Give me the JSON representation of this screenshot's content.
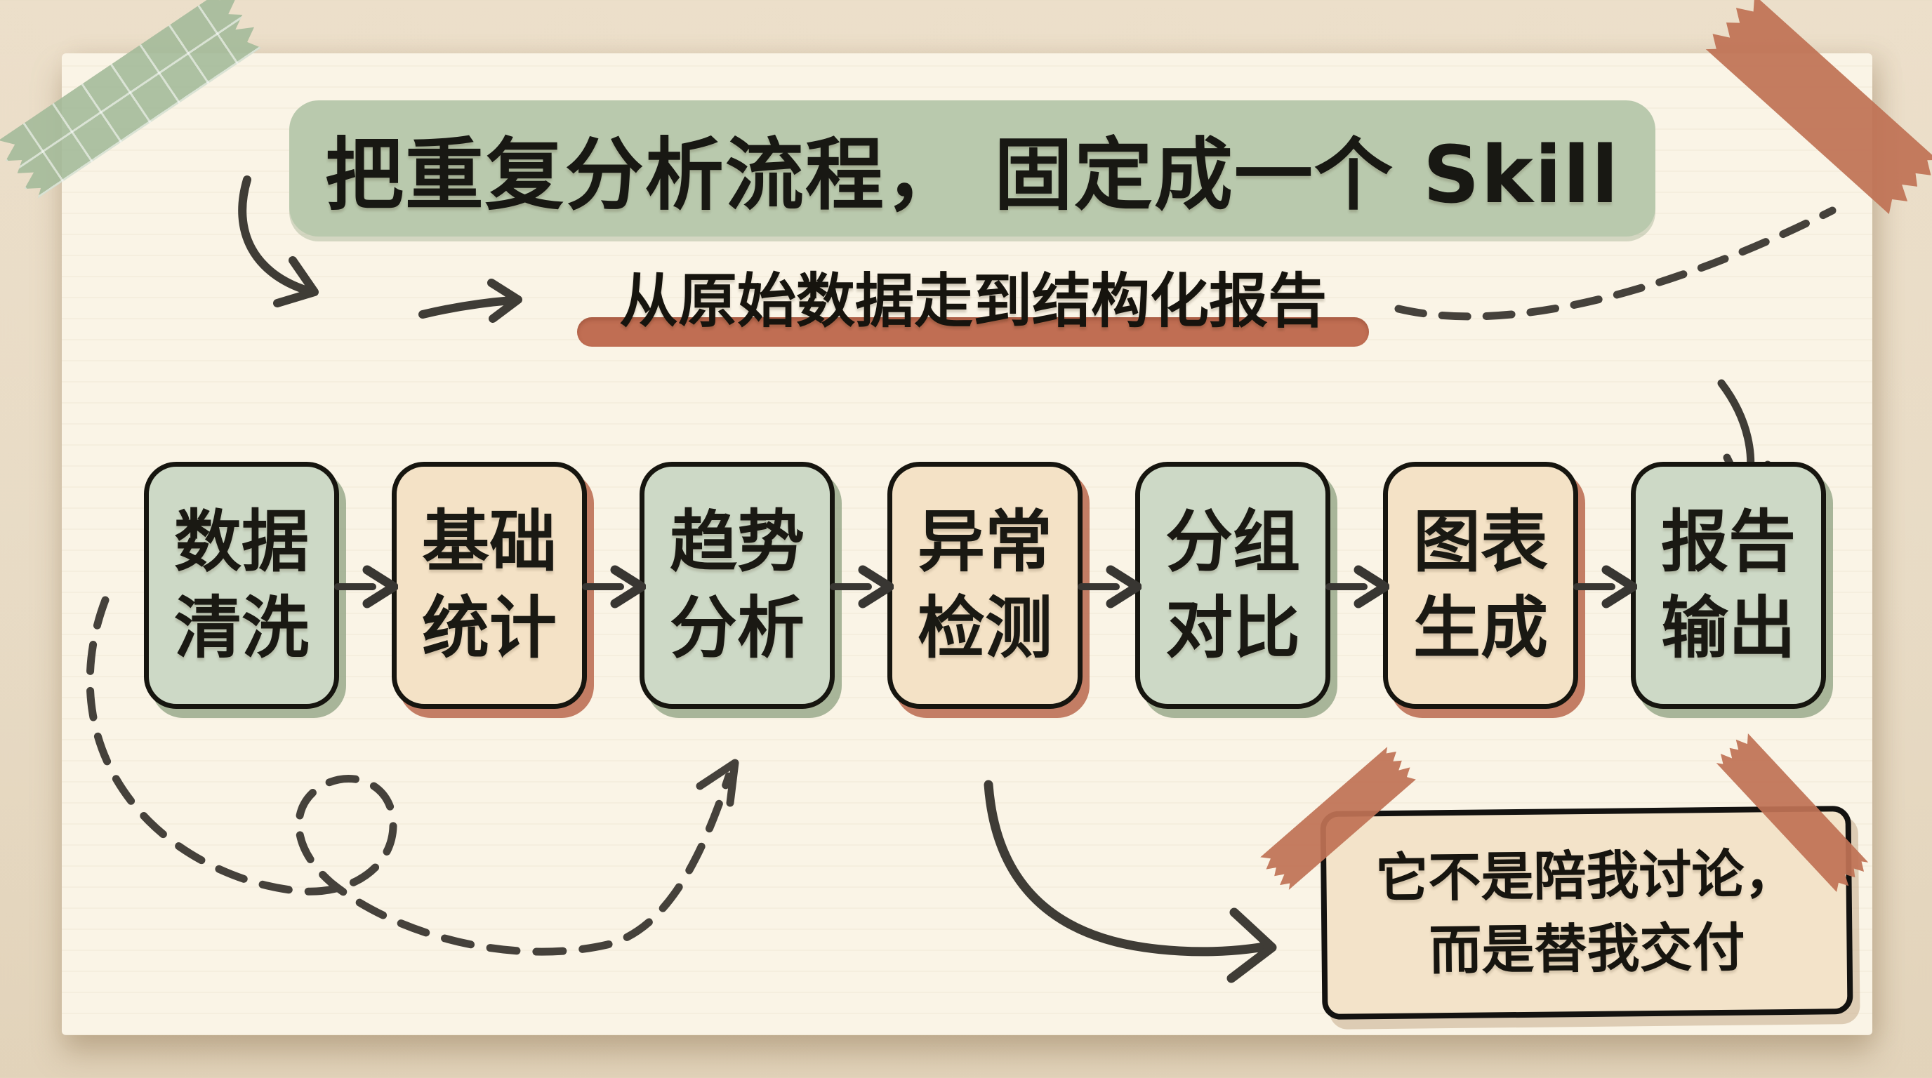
{
  "poster": {
    "title": "把重复分析流程， 固定成一个 Skill",
    "subtitle": "从原始数据走到结构化报告",
    "flow_steps": [
      {
        "line1": "数据",
        "line2": "清洗",
        "tone": "green"
      },
      {
        "line1": "基础",
        "line2": "统计",
        "tone": "tan"
      },
      {
        "line1": "趋势",
        "line2": "分析",
        "tone": "green"
      },
      {
        "line1": "异常",
        "line2": "检测",
        "tone": "tan"
      },
      {
        "line1": "分组",
        "line2": "对比",
        "tone": "green"
      },
      {
        "line1": "图表",
        "line2": "生成",
        "tone": "tan"
      },
      {
        "line1": "报告",
        "line2": "输出",
        "tone": "green"
      }
    ],
    "note": {
      "line1": "它不是陪我讨论，",
      "line2": "而是替我交付"
    },
    "colors": {
      "title_green": "#b9c9ad",
      "box_green": "#cdd9c6",
      "box_tan": "#f4e2c6",
      "terracotta": "#c06e53",
      "ink": "#3f3c36",
      "paper": "#faf4e6",
      "desk": "#e9dcc6"
    }
  }
}
